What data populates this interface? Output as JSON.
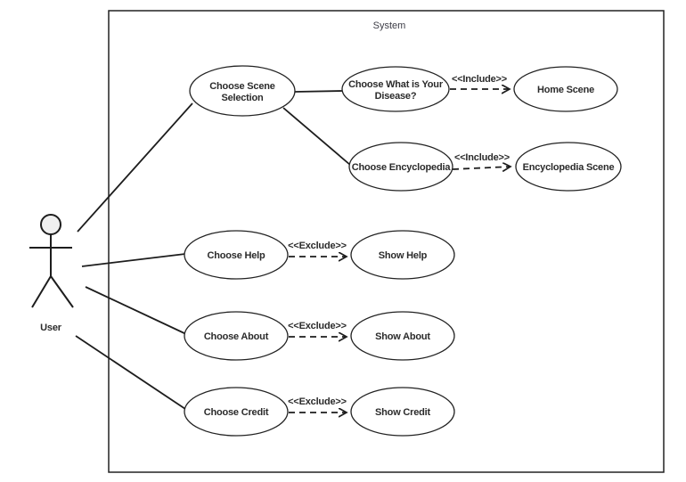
{
  "diagram": {
    "type": "uml-use-case",
    "system_label": "System",
    "actor": {
      "label": "User"
    },
    "use_cases": {
      "choose_scene_selection": {
        "line1": "Choose Scene",
        "line2": "Selection"
      },
      "choose_disease": {
        "line1": "Choose What is Your",
        "line2": "Disease?"
      },
      "home_scene": {
        "label": "Home Scene"
      },
      "choose_encyclopedia": {
        "label": "Choose Encyclopedia"
      },
      "encyclopedia_scene": {
        "label": "Encyclopedia Scene"
      },
      "choose_help": {
        "label": "Choose Help"
      },
      "show_help": {
        "label": "Show Help"
      },
      "choose_about": {
        "label": "Choose About"
      },
      "show_about": {
        "label": "Show About"
      },
      "choose_credit": {
        "label": "Choose Credit"
      },
      "show_credit": {
        "label": "Show Credit"
      }
    },
    "stereotype_labels": {
      "include_home": "<<Include>>",
      "include_encyclopedia": "<<Include>>",
      "exclude_help": "<<Exclude>>",
      "exclude_about": "<<Exclude>>",
      "exclude_credit": "<<Exclude>>"
    },
    "associations": [
      {
        "from": "User",
        "to": "Choose Scene Selection"
      },
      {
        "from": "User",
        "to": "Choose Help"
      },
      {
        "from": "User",
        "to": "Choose About"
      },
      {
        "from": "User",
        "to": "Choose Credit"
      },
      {
        "from": "Choose Scene Selection",
        "to": "Choose What is Your Disease?"
      },
      {
        "from": "Choose Scene Selection",
        "to": "Choose Encyclopedia"
      }
    ],
    "dependencies": [
      {
        "from": "Choose What is Your Disease?",
        "to": "Home Scene",
        "stereotype": "<<Include>>"
      },
      {
        "from": "Choose Encyclopedia",
        "to": "Encyclopedia Scene",
        "stereotype": "<<Include>>"
      },
      {
        "from": "Choose Help",
        "to": "Show Help",
        "stereotype": "<<Exclude>>"
      },
      {
        "from": "Choose About",
        "to": "Show About",
        "stereotype": "<<Exclude>>"
      },
      {
        "from": "Choose Credit",
        "to": "Show Credit",
        "stereotype": "<<Exclude>>"
      }
    ],
    "colors": {
      "stroke": "#222222",
      "line": "#1d1d1d",
      "text": "#2b2b2b",
      "actor_head_fill": "#f0f0f0",
      "background": "#ffffff"
    }
  }
}
